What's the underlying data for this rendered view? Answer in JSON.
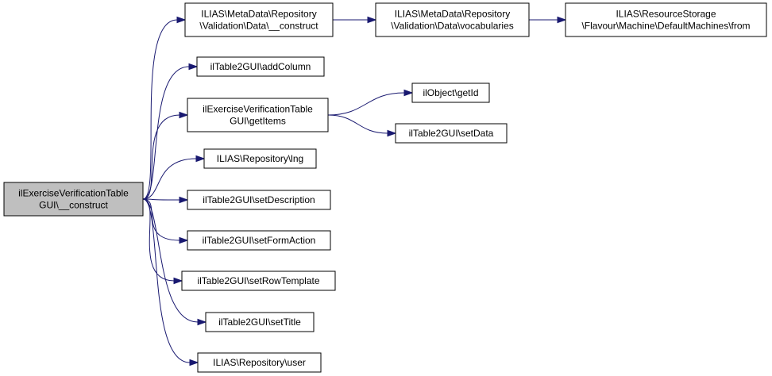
{
  "colors": {
    "edge": "#191970",
    "root_fill": "#bfbfbf",
    "node_fill": "#ffffff",
    "border": "#000000"
  },
  "nodes": {
    "root": {
      "lines": [
        "ilExerciseVerificationTable",
        "GUI\\__construct"
      ]
    },
    "md_construct": {
      "lines": [
        "ILIAS\\MetaData\\Repository",
        "\\Validation\\Data\\__construct"
      ]
    },
    "md_vocab": {
      "lines": [
        "ILIAS\\MetaData\\Repository",
        "\\Validation\\Data\\vocabularies"
      ]
    },
    "rs_from": {
      "lines": [
        "ILIAS\\ResourceStorage",
        "\\Flavour\\Machine\\DefaultMachines\\from"
      ]
    },
    "add_column": {
      "lines": [
        "ilTable2GUI\\addColumn"
      ]
    },
    "get_items": {
      "lines": [
        "ilExerciseVerificationTable",
        "GUI\\getItems"
      ]
    },
    "get_id": {
      "lines": [
        "ilObject\\getId"
      ]
    },
    "set_data": {
      "lines": [
        "ilTable2GUI\\setData"
      ]
    },
    "lng": {
      "lines": [
        "ILIAS\\Repository\\lng"
      ]
    },
    "set_description": {
      "lines": [
        "ilTable2GUI\\setDescription"
      ]
    },
    "set_form_action": {
      "lines": [
        "ilTable2GUI\\setFormAction"
      ]
    },
    "set_row_template": {
      "lines": [
        "ilTable2GUI\\setRowTemplate"
      ]
    },
    "set_title": {
      "lines": [
        "ilTable2GUI\\setTitle"
      ]
    },
    "user": {
      "lines": [
        "ILIAS\\Repository\\user"
      ]
    }
  },
  "edges": [
    [
      "root",
      "md_construct"
    ],
    [
      "md_construct",
      "md_vocab"
    ],
    [
      "md_vocab",
      "rs_from"
    ],
    [
      "root",
      "add_column"
    ],
    [
      "root",
      "get_items"
    ],
    [
      "get_items",
      "get_id"
    ],
    [
      "get_items",
      "set_data"
    ],
    [
      "root",
      "lng"
    ],
    [
      "root",
      "set_description"
    ],
    [
      "root",
      "set_form_action"
    ],
    [
      "root",
      "set_row_template"
    ],
    [
      "root",
      "set_title"
    ],
    [
      "root",
      "user"
    ]
  ]
}
